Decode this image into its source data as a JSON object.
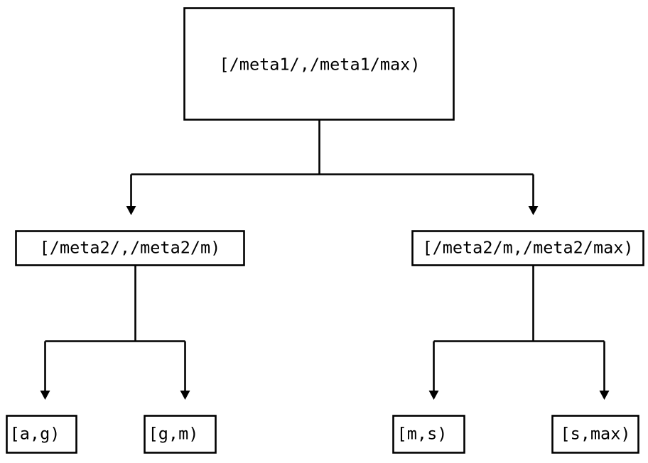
{
  "diagram": {
    "type": "tree",
    "title": "",
    "background_color": "#ffffff",
    "line_color": "#000000",
    "text_color": "#000000",
    "box_fill": "#ffffff",
    "levels": 3,
    "nodes": {
      "root": {
        "label": "[/meta1/,/meta1/max)"
      },
      "mid_left": {
        "label": "[/meta2/,/meta2/m)"
      },
      "mid_right": {
        "label": "[/meta2/m,/meta2/max)"
      },
      "leaf_1": {
        "label": "[a,g)"
      },
      "leaf_2": {
        "label": "[g,m)"
      },
      "leaf_3": {
        "label": "[m,s)"
      },
      "leaf_4": {
        "label": "[s,max)"
      }
    },
    "edges": [
      {
        "from": "root",
        "to": "mid_left",
        "arrow": "down-triangle"
      },
      {
        "from": "root",
        "to": "mid_right",
        "arrow": "down-triangle"
      },
      {
        "from": "mid_left",
        "to": "leaf_1",
        "arrow": "down-triangle"
      },
      {
        "from": "mid_left",
        "to": "leaf_2",
        "arrow": "down-triangle"
      },
      {
        "from": "mid_right",
        "to": "leaf_3",
        "arrow": "down-triangle"
      },
      {
        "from": "mid_right",
        "to": "leaf_4",
        "arrow": "down-triangle"
      }
    ]
  }
}
